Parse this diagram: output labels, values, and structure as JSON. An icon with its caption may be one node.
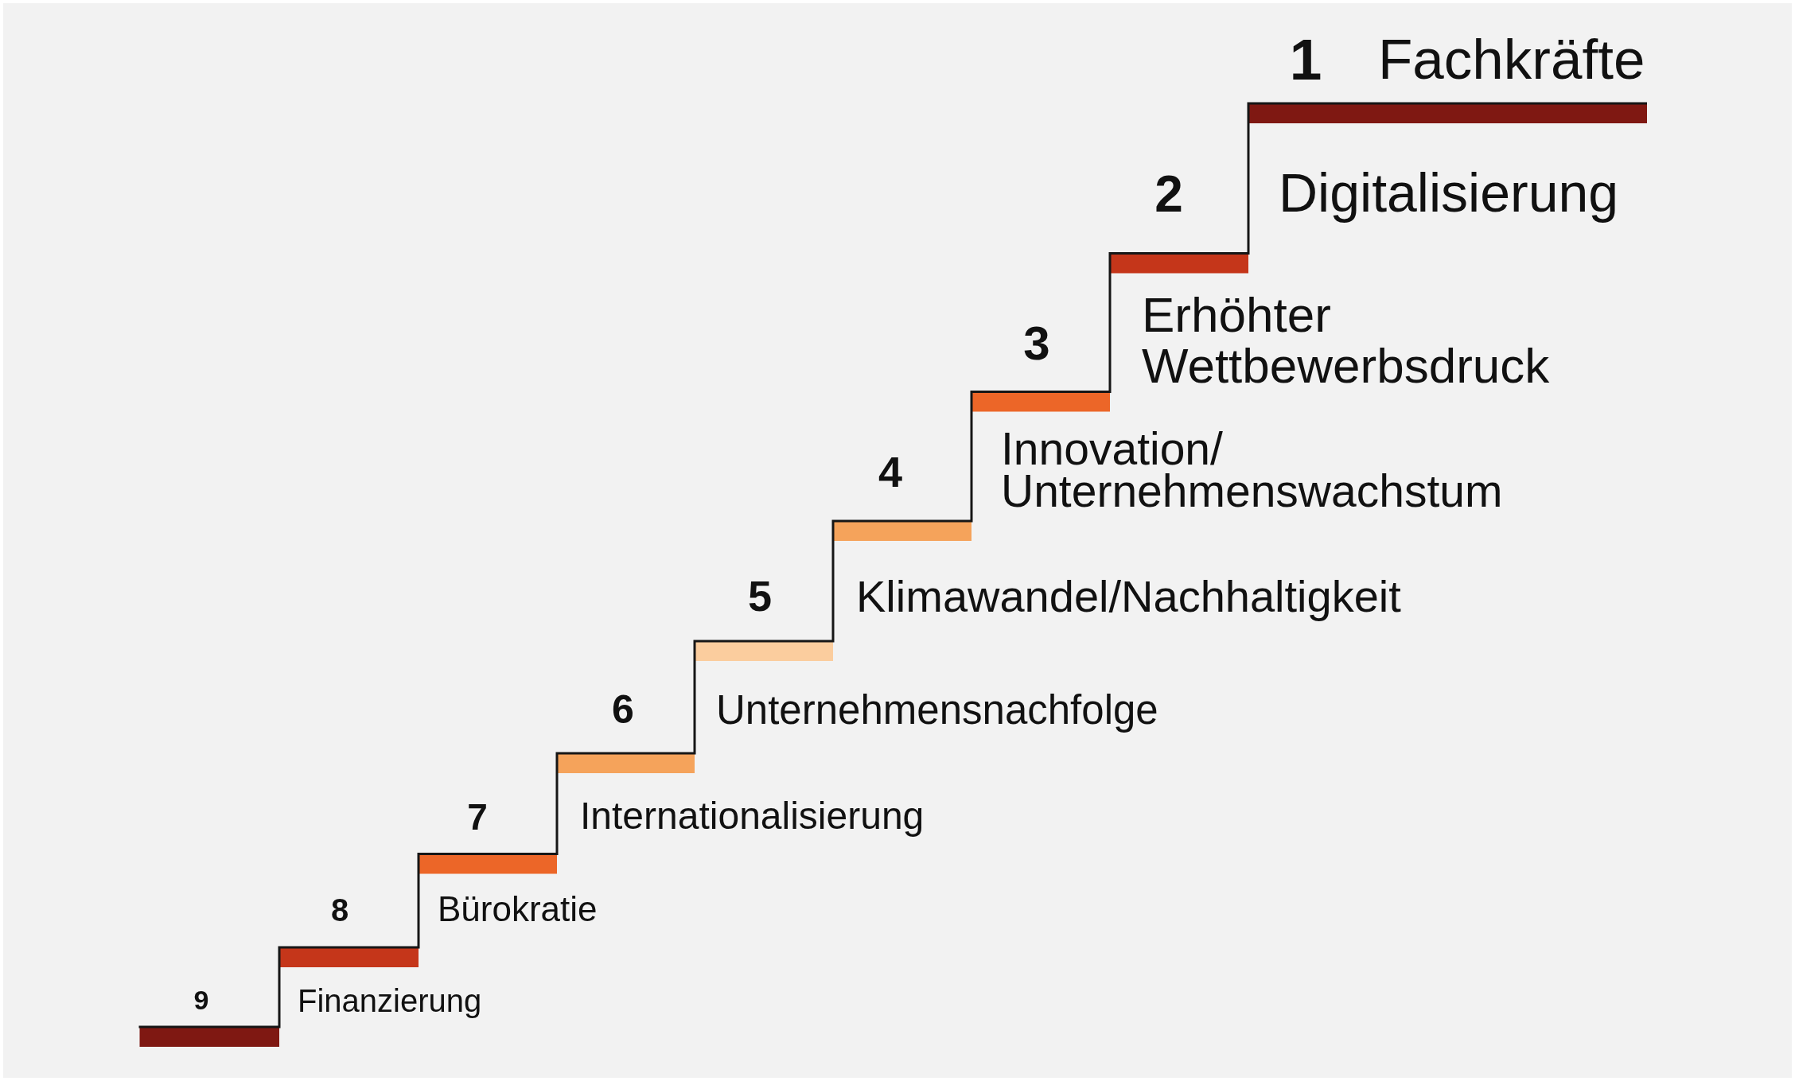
{
  "diagram": {
    "labels": [
      "1",
      "Fachkräfte",
      "2",
      "Digitalisierung",
      "3",
      "Erhöhter Wettbewerbsdruck",
      "4",
      "Innovation/ Unternehmenswachstum",
      "5",
      "Klimawandel/Nachhaltigkeit",
      "6",
      "Unternehmensnachfolge",
      "7",
      "Internationalisierung",
      "8",
      "Bürokratie",
      "9",
      "Finanzierung"
    ]
  }
}
